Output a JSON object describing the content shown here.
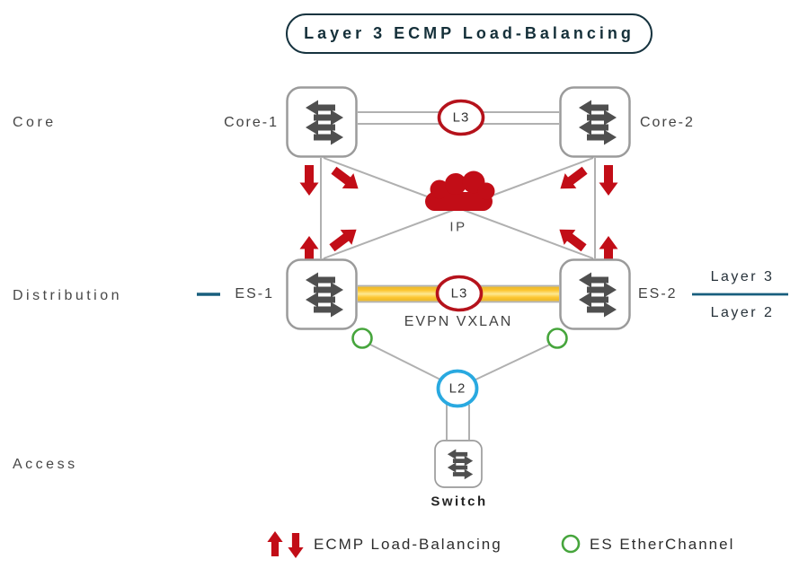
{
  "title": "Layer 3 ECMP Load-Balancing",
  "layers": {
    "core": "Core",
    "distribution": "Distribution",
    "access": "Access"
  },
  "nodes": {
    "core1": "Core-1",
    "core2": "Core-2",
    "es1": "ES-1",
    "es2": "ES-2",
    "switch": "Switch"
  },
  "ovals": {
    "core_link": "L3",
    "dist_link": "L3",
    "access_link": "L2"
  },
  "cloud": {
    "label": "IP"
  },
  "dist": {
    "overlay_label": "EVPN VXLAN"
  },
  "divider": {
    "top": "Layer 3",
    "bottom": "Layer 2"
  },
  "legend": {
    "ecmp_label": "ECMP Load-Balancing",
    "etherchannel_label": "ES EtherChannel"
  },
  "colors": {
    "red": "#c20d17",
    "ring_red": "#b5121b",
    "amber": "#fdc530",
    "green": "#46a53c",
    "blue": "#29a9e0",
    "teal": "#185e7d",
    "link_gray": "#b0b0b0",
    "icon_arrow_gray": "#4f4f4f"
  }
}
